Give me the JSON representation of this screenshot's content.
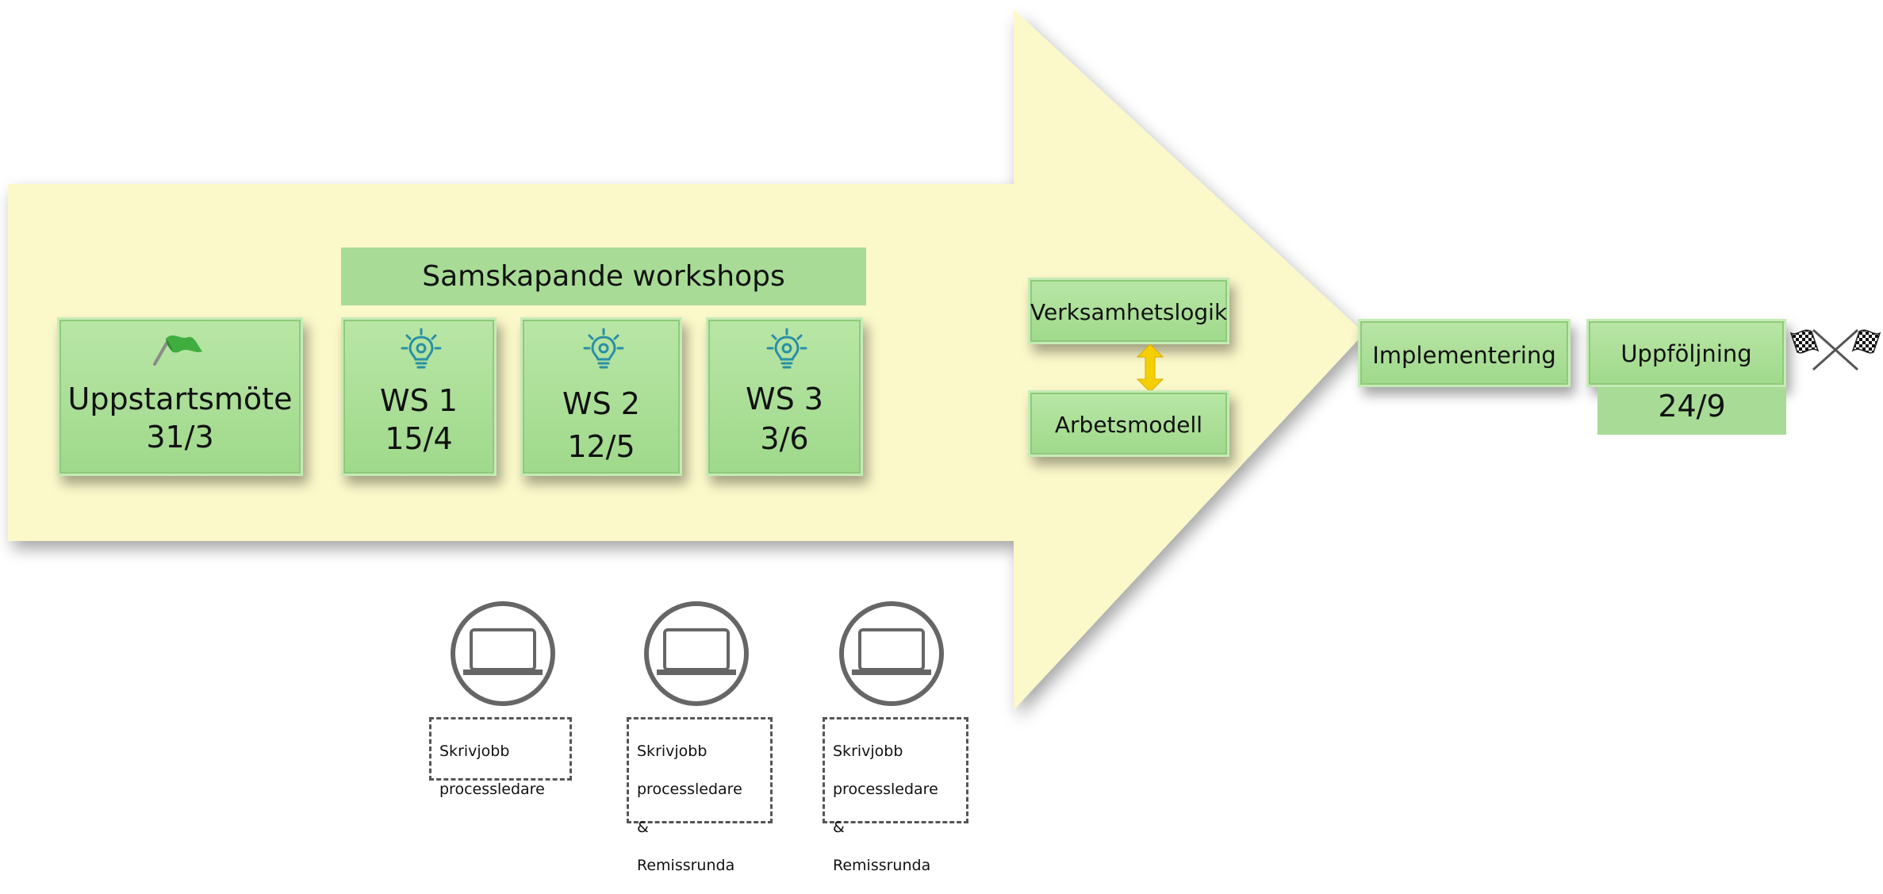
{
  "header": "Samskapande workshops",
  "start": {
    "title": "Uppstartsmöte",
    "date": "31/3",
    "icon": "green-flag-icon"
  },
  "workshops": [
    {
      "title": "WS 1",
      "date": "15/4",
      "icon": "lightbulb-gear-icon"
    },
    {
      "title": "WS 2",
      "date": "12/5",
      "icon": "lightbulb-gear-icon"
    },
    {
      "title": "WS 3",
      "date": "3/6",
      "icon": "lightbulb-gear-icon"
    }
  ],
  "middle": {
    "top": "Verksamhetslogik",
    "bottom": "Arbetsmodell",
    "connector": "double-arrow-icon"
  },
  "implementation": "Implementering",
  "followup": {
    "title": "Uppföljning",
    "date": "24/9",
    "icon": "checkered-flags-icon"
  },
  "notes": [
    {
      "icon": "laptop-icon",
      "line1": "Skrivjobb",
      "line2": "processledare",
      "line3": "",
      "line4": ""
    },
    {
      "icon": "laptop-icon",
      "line1": "Skrivjobb",
      "line2": "processledare",
      "line3": "&",
      "line4": "Remissrunda"
    },
    {
      "icon": "laptop-icon",
      "line1": "Skrivjobb",
      "line2": "processledare",
      "line3": "&",
      "line4": "Remissrunda"
    }
  ],
  "colors": {
    "arrow": "#fbf8c9",
    "box": "#a8dc96",
    "icon": "#2a8fa5",
    "flag": "#3fae3f"
  }
}
